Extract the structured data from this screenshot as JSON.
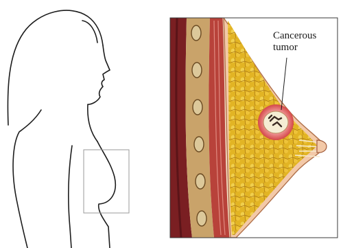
{
  "annotation": {
    "line1": "Cancerous",
    "line2": "tumor"
  },
  "colors": {
    "background": "#ffffff",
    "outline": "#1c1c1c",
    "inset_frame": "#9a9a9a",
    "panel_frame": "#3a3a3a",
    "skin": "#f3c9a8",
    "fat_tissue": "#e0b21e",
    "gland_lines": "#a87410",
    "muscle": "#b8423a",
    "rib": "#d9c79a",
    "chest_wall": "#7a1f22",
    "tumor_halo": "#e66a6a",
    "tumor_core": "#f5edd4"
  },
  "icons": {
    "silhouette": "woman-profile-outline",
    "cross_section": "breast-cross-section-illustration"
  }
}
